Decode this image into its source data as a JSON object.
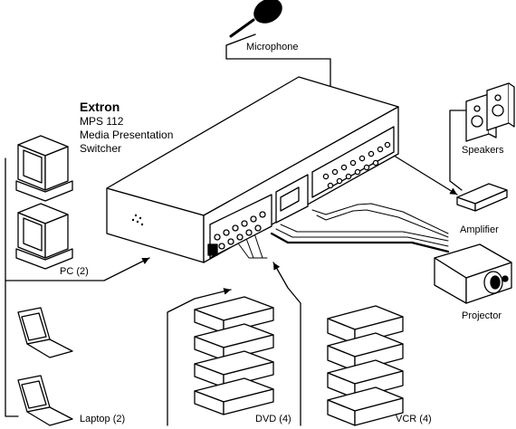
{
  "title": {
    "brand": "Extron",
    "model": "MPS 112",
    "line2": "Media Presentation",
    "line3": "Switcher"
  },
  "labels": {
    "microphone": "Microphone",
    "speakers": "Speakers",
    "amplifier": "Amplifier",
    "projector": "Projector",
    "pc": "PC (2)",
    "laptop": "Laptop (2)",
    "dvd": "DVD (4)",
    "vcr": "VCR (4)"
  },
  "icons": {
    "microphone": "microphone-icon",
    "speakers": "speaker-icon",
    "amplifier": "amplifier-icon",
    "projector": "projector-icon",
    "pc": "desktop-computer-icon",
    "laptop": "laptop-icon",
    "dvd": "dvd-player-icon",
    "vcr": "vcr-icon",
    "switcher": "switcher-icon"
  },
  "colors": {
    "line": "#000000",
    "panel": "#ffffff",
    "mic_head": "#000000"
  }
}
